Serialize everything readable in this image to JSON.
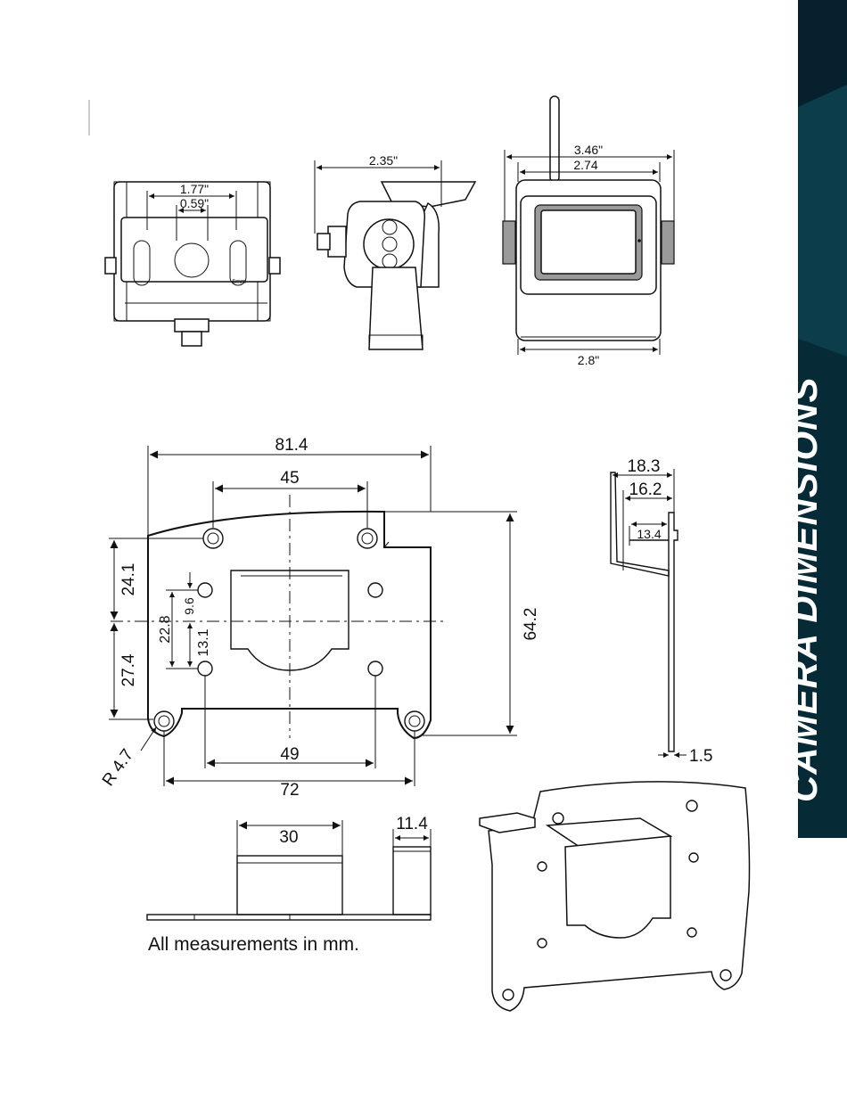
{
  "banner": {
    "title": "CAMERA DIMENSIONS",
    "colors": {
      "top": "#06202e",
      "mid": "#0b3d4a",
      "bottom": "#062a36"
    }
  },
  "camera_front": {
    "dim_outer": "1.77\"",
    "dim_inner": "0.59\"",
    "small_mark": "6mm"
  },
  "camera_side": {
    "dim_width": "2.35\""
  },
  "camera_rear": {
    "dim_top_outer": "3.46\"",
    "dim_top_inner": "2.74",
    "dim_bottom": "2.8\""
  },
  "bracket_front": {
    "width_total": "81.4",
    "top_hole_spacing": "45",
    "upper_offset": "24.1",
    "lower_offset": "27.4",
    "height": "64.2",
    "dim_22_8": "22.8",
    "dim_9_6": "9.6",
    "dim_13_1": "13.1",
    "lower_hole_spacing": "49",
    "bottom_hole_spacing": "72",
    "radius": "R 4.7"
  },
  "bracket_side": {
    "dim_18_3": "18.3",
    "dim_16_2": "16.2",
    "dim_13_4": "13.4",
    "thickness": "1.5"
  },
  "bracket_bottom": {
    "tab_width": "30",
    "lip_width": "11.4"
  },
  "caption": "All measurements in mm."
}
